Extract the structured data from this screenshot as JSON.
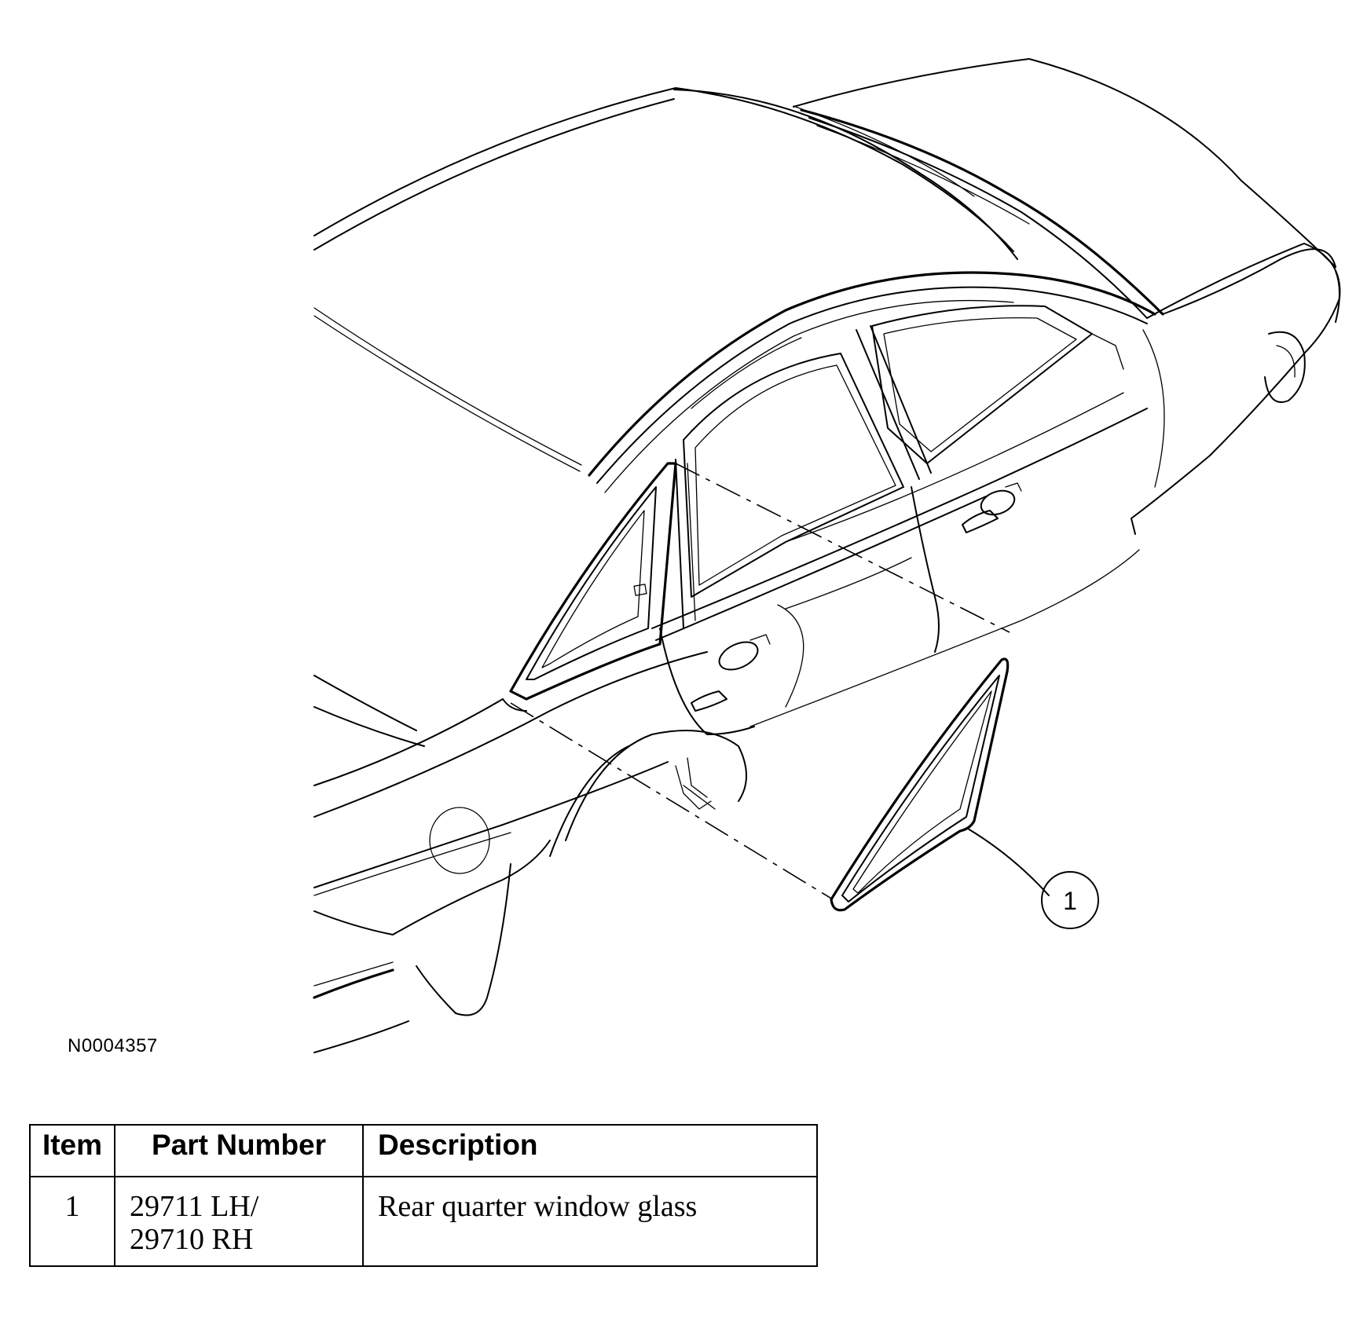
{
  "figure": {
    "id": "N0004357",
    "callouts": [
      {
        "number": "1"
      }
    ]
  },
  "parts_table": {
    "headers": {
      "item": "Item",
      "part_number": "Part Number",
      "description": "Description"
    },
    "rows": [
      {
        "item": "1",
        "part_number": [
          "29711 LH/",
          "29710 RH"
        ],
        "description": "Rear quarter window glass"
      }
    ]
  }
}
